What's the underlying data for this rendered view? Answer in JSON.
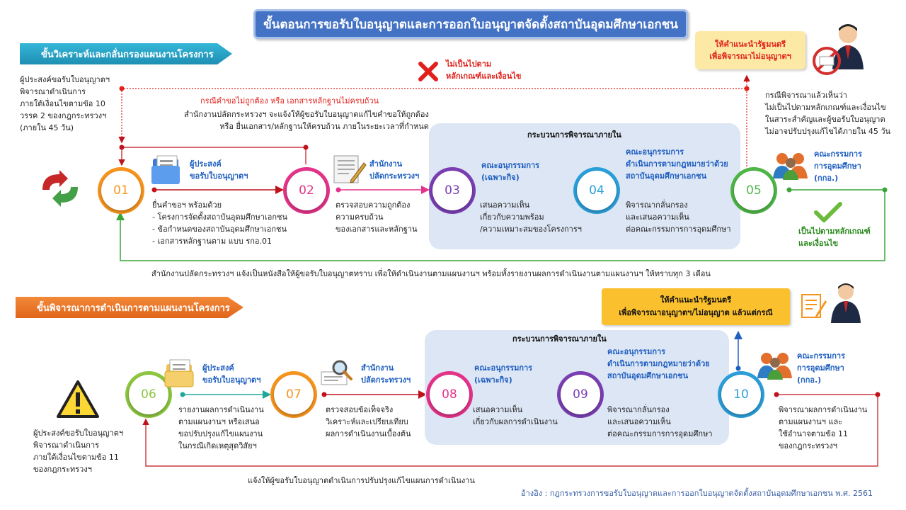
{
  "title": "ขั้นตอนการขอรับใบอนุญาตและการออกใบอนุญาตจัดตั้งสถาบันอุดมศึกษาเอกชน",
  "section1": {
    "banner": "ขั้นวิเคราะห์และกลั่นกรองแผนงานโครงการ",
    "left_note": [
      "ผู้ประสงค์ขอรับใบอนุญาตฯ",
      "พิจารณาดำเนินการ",
      "ภายใต้เงื่อนไขตามข้อ 10",
      "วรรค 2 ของกฎกระทรวงฯ",
      "(ภายใน 45 วัน)"
    ],
    "reject_label": [
      "ไม่เป็นไปตาม",
      "หลักเกณฑ์และเงื่อนไข"
    ],
    "minister_note": [
      "ให้คำแนะนำรัฐมนตรี",
      "เพื่อพิจารณาไม่อนุญาตฯ"
    ],
    "right_note": [
      "กรณีพิจารณาแล้วเห็นว่า",
      "ไม่เป็นไปตามหลักเกณฑ์และเงื่อนไข",
      "ในสาระสำคัญและผู้ขอรับใบอนุญาต",
      "ไม่อาจปรับปรุงแก้ไขได้ภายใน 45 วัน"
    ],
    "incorrect_title": "กรณีคำขอไม่ถูกต้อง หรือ เอกสารหลักฐานไม่ครบถ้วน",
    "incorrect_desc": [
      "สำนักงานปลัดกระทรวงฯ จะแจ้งให้ผู้ขอรับใบอนุญาตแก้ไขคำขอให้ถูกต้อง",
      "หรือ ยื่นเอกสาร/หลักฐานให้ครบถ้วน ภายในระยะเวลาที่กำหนด"
    ],
    "panel_title": "กระบวนการพิจารณาภายใน",
    "steps": [
      {
        "num": "01",
        "label": [
          "ผู้ประสงค์",
          "ขอรับใบอนุญาตฯ"
        ],
        "desc": [
          "ยื่นคำขอฯ พร้อมด้วย",
          "- โครงการจัดตั้งสถาบันอุดมศึกษาเอกชน",
          "- ข้อกำหนดของสถาบันอุดมศึกษาเอกชน",
          "- เอกสารหลักฐานตาม แบบ รกอ.01"
        ]
      },
      {
        "num": "02",
        "label": [
          "สำนักงาน",
          "ปลัดกระทรวงฯ"
        ],
        "desc": [
          "ตรวจสอบความถูกต้อง",
          "ความครบถ้วน",
          "ของเอกสารและหลักฐาน"
        ]
      },
      {
        "num": "03",
        "label": [
          "คณะอนุกรรมการ",
          "(เฉพาะกิจ)"
        ],
        "desc": [
          "เสนอความเห็น",
          "เกี่ยวกับความพร้อม",
          "/ความเหมาะสมของโครงการฯ"
        ]
      },
      {
        "num": "04",
        "label": [
          "คณะอนุกรรมการ",
          "ดำเนินการตามกฎหมายว่าด้วย",
          "สถาบันอุดมศึกษาเอกชน"
        ],
        "desc": [
          "พิจารณากลั่นกรอง",
          "และเสนอความเห็น",
          "ต่อคณะกรรมการการอุดมศึกษา"
        ]
      },
      {
        "num": "05",
        "label": [
          "คณะกรรมการ",
          "การอุดมศึกษา",
          "(กกอ.)"
        ],
        "desc": []
      }
    ],
    "pass_label": [
      "เป็นไปตามหลักเกณฑ์",
      "และเงื่อนไข"
    ],
    "bottom_note": "สำนักงานปลัดกระทรวงฯ แจ้งเป็นหนังสือให้ผู้ขอรับใบอนุญาตทราบ เพื่อให้ดำเนินงานตามแผนงานฯ พร้อมทั้งรายงานผลการดำเนินงานตามแผนงานฯ ให้ทราบทุก 3 เดือน"
  },
  "section2": {
    "banner": "ขั้นพิจารณาการดำเนินการตามแผนงานโครงการ",
    "left_note": [
      "ผู้ประสงค์ขอรับใบอนุญาตฯ",
      "พิจารณาดำเนินการ",
      "ภายใต้เงื่อนไขตามข้อ 11",
      "ของกฎกระทรวงฯ"
    ],
    "minister_note": [
      "ให้คำแนะนำรัฐมนตรี",
      "เพื่อพิจารณาอนุญาตฯ/ไม่อนุญาต แล้วแต่กรณี"
    ],
    "panel_title": "กระบวนการพิจารณาภายใน",
    "steps": [
      {
        "num": "06",
        "label": [
          "ผู้ประสงค์",
          "ขอรับใบอนุญาตฯ"
        ],
        "desc": [
          "รายงานผลการดำเนินงาน",
          "ตามแผนงานฯ หรือเสนอ",
          "ขอปรับปรุงแก้ไขแผนงาน",
          "ในกรณีเกิดเหตุสุดวิสัยฯ"
        ]
      },
      {
        "num": "07",
        "label": [
          "สำนักงาน",
          "ปลัดกระทรวงฯ"
        ],
        "desc": [
          "ตรวจสอบข้อเท็จจริง",
          "วิเคราะห์และเปรียบเทียบ",
          "ผลการดำเนินงานเบื้องต้น"
        ]
      },
      {
        "num": "08",
        "label": [
          "คณะอนุกรรมการ",
          "(เฉพาะกิจ)"
        ],
        "desc": [
          "เสนอความเห็น",
          "เกี่ยวกับผลการดำเนินงาน"
        ]
      },
      {
        "num": "09",
        "label": [
          "คณะอนุกรรมการ",
          "ดำเนินการตามกฎหมายว่าด้วย",
          "สถาบันอุดมศึกษาเอกชน"
        ],
        "desc": [
          "พิจารณากลั่นกรอง",
          "และเสนอความเห็น",
          "ต่อคณะกรรมการการอุดมศึกษา"
        ]
      },
      {
        "num": "10",
        "label": [
          "คณะกรรมการ",
          "การอุดมศึกษา",
          "(กกอ.)"
        ],
        "desc": [
          "พิจารณาผลการดำเนินงาน",
          "ตามแผนงานฯ และ",
          "ใช้อำนาจตามข้อ 11",
          "ของกฎกระทรวงฯ"
        ]
      }
    ],
    "bottom_note": "แจ้งให้ผู้ขอรับใบอนุญาตดำเนินการปรับปรุงแก้ไขแผนการดำเนินงาน"
  },
  "reference": "อ้างอิง : กฎกระทรวงการขอรับใบอนุญาตและการออกใบอนุญาตจัดตั้งสถาบันอุดมศึกษาเอกชน พ.ศ. 2561",
  "colors": {
    "step01": "#f7941d",
    "step02": "#e5338a",
    "step03": "#7b3fb3",
    "step04": "#2b9fd9",
    "step05": "#4fb748",
    "step06": "#8dc63f",
    "step07": "#f7941d",
    "step08": "#e5338a",
    "step09": "#7b3fb3",
    "step10": "#2b9fd9",
    "reject": "#e0211b",
    "accept": "#2b8a1e",
    "title_bg": "#4472c4"
  },
  "icons": [
    "cycle-arrows-icon",
    "folder-icon",
    "document-pen-icon",
    "people-icon",
    "reject-x-icon",
    "checkmark-icon",
    "businessman-icon",
    "warning-icon",
    "report-icon",
    "magnifier-icon"
  ]
}
